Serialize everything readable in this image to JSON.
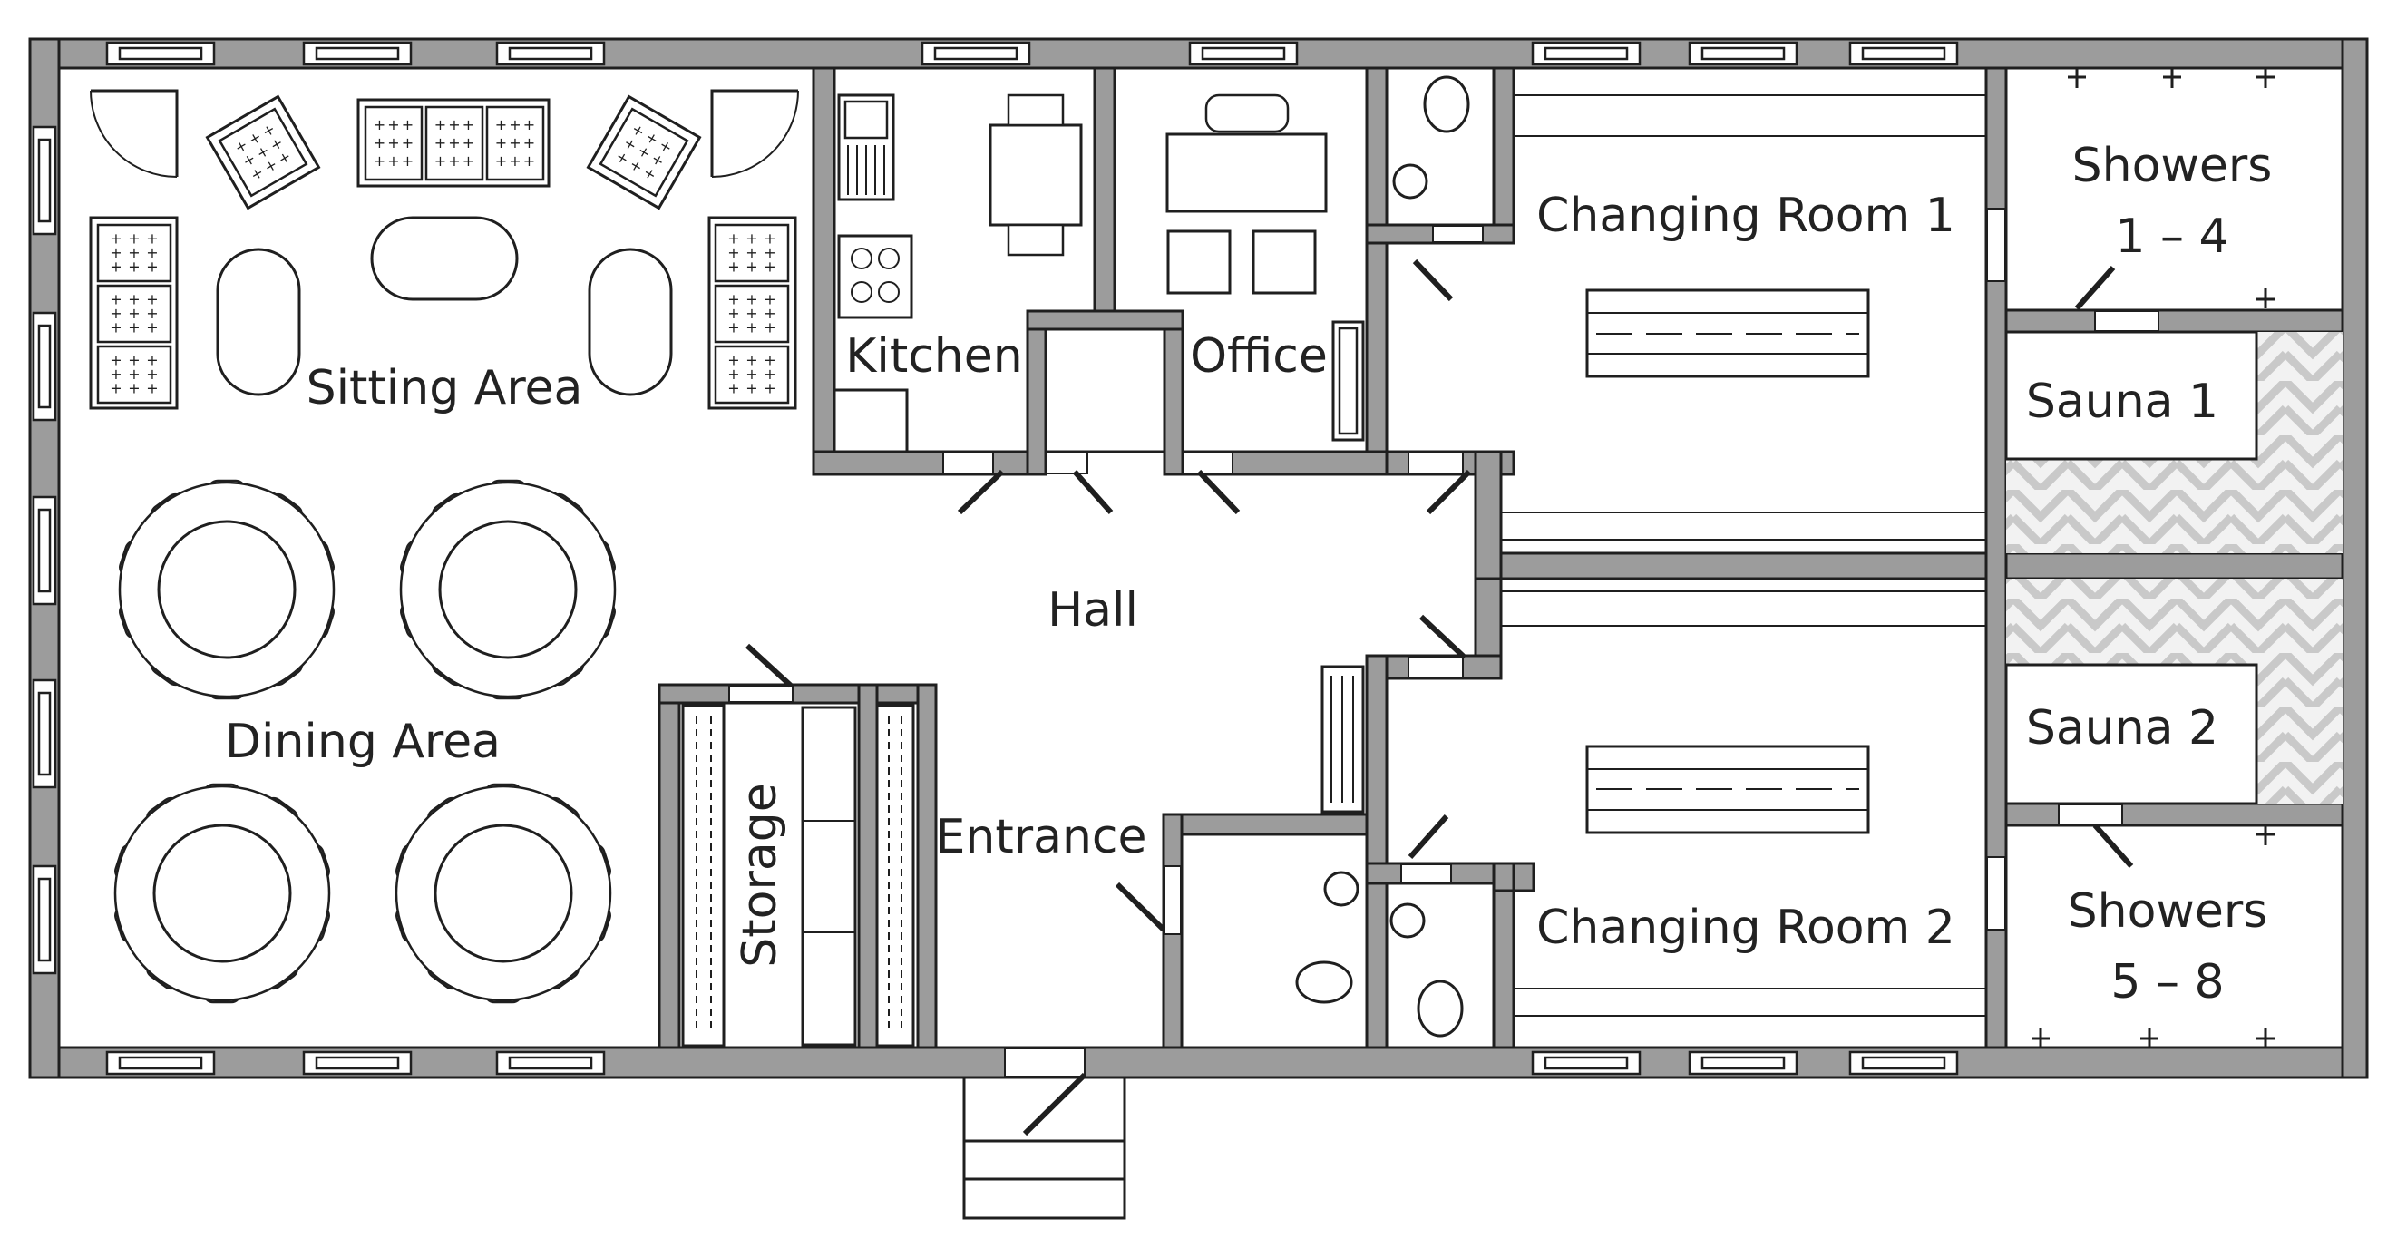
{
  "rooms": {
    "sitting_area": "Sitting Area",
    "dining_area": "Dining Area",
    "kitchen": "Kitchen",
    "office": "Office",
    "hall": "Hall",
    "storage": "Storage",
    "entrance": "Entrance",
    "changing_room_1": "Changing Room 1",
    "changing_room_2": "Changing Room 2",
    "showers_1_4_line1": "Showers",
    "showers_1_4_line2": "1 – 4",
    "showers_5_8_line1": "Showers",
    "showers_5_8_line2": "5 – 8",
    "sauna_1": "Sauna 1",
    "sauna_2": "Sauna 2"
  },
  "colors": {
    "wall_fill": "#9c9c9c",
    "line": "#1f1f1f",
    "background": "#ffffff"
  }
}
